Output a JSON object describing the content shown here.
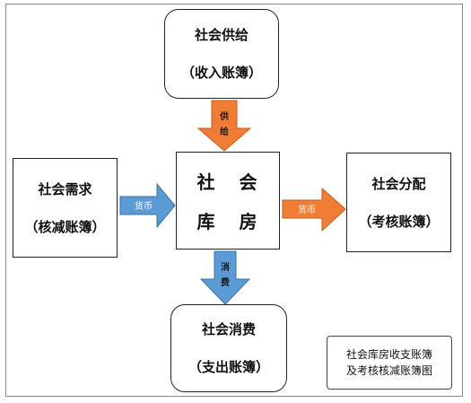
{
  "nodes": {
    "supply": {
      "line1": "社会供给",
      "line2": "（收入账簿）"
    },
    "demand": {
      "line1": "社会需求",
      "line2": "（核减账簿）"
    },
    "distribution": {
      "line1": "社会分配",
      "line2": "（考核账簿）"
    },
    "consumption": {
      "line1": "社会消费",
      "line2": "（支出账簿）"
    },
    "warehouse": {
      "c1": "社",
      "c2": "会",
      "c3": "库",
      "c4": "房"
    }
  },
  "arrows": {
    "supply_label": [
      "供",
      "给"
    ],
    "consume_label": [
      "消",
      "费"
    ],
    "demand_label": "货币",
    "distribution_label": "货币"
  },
  "legend": {
    "line1": "社会库房收支账簿",
    "line2": "及考核核减账簿图"
  },
  "colors": {
    "orange": "#f07d33",
    "blue": "#5b9bd5",
    "orange_stroke": "#c45e1c",
    "blue_stroke": "#3a73a8"
  }
}
